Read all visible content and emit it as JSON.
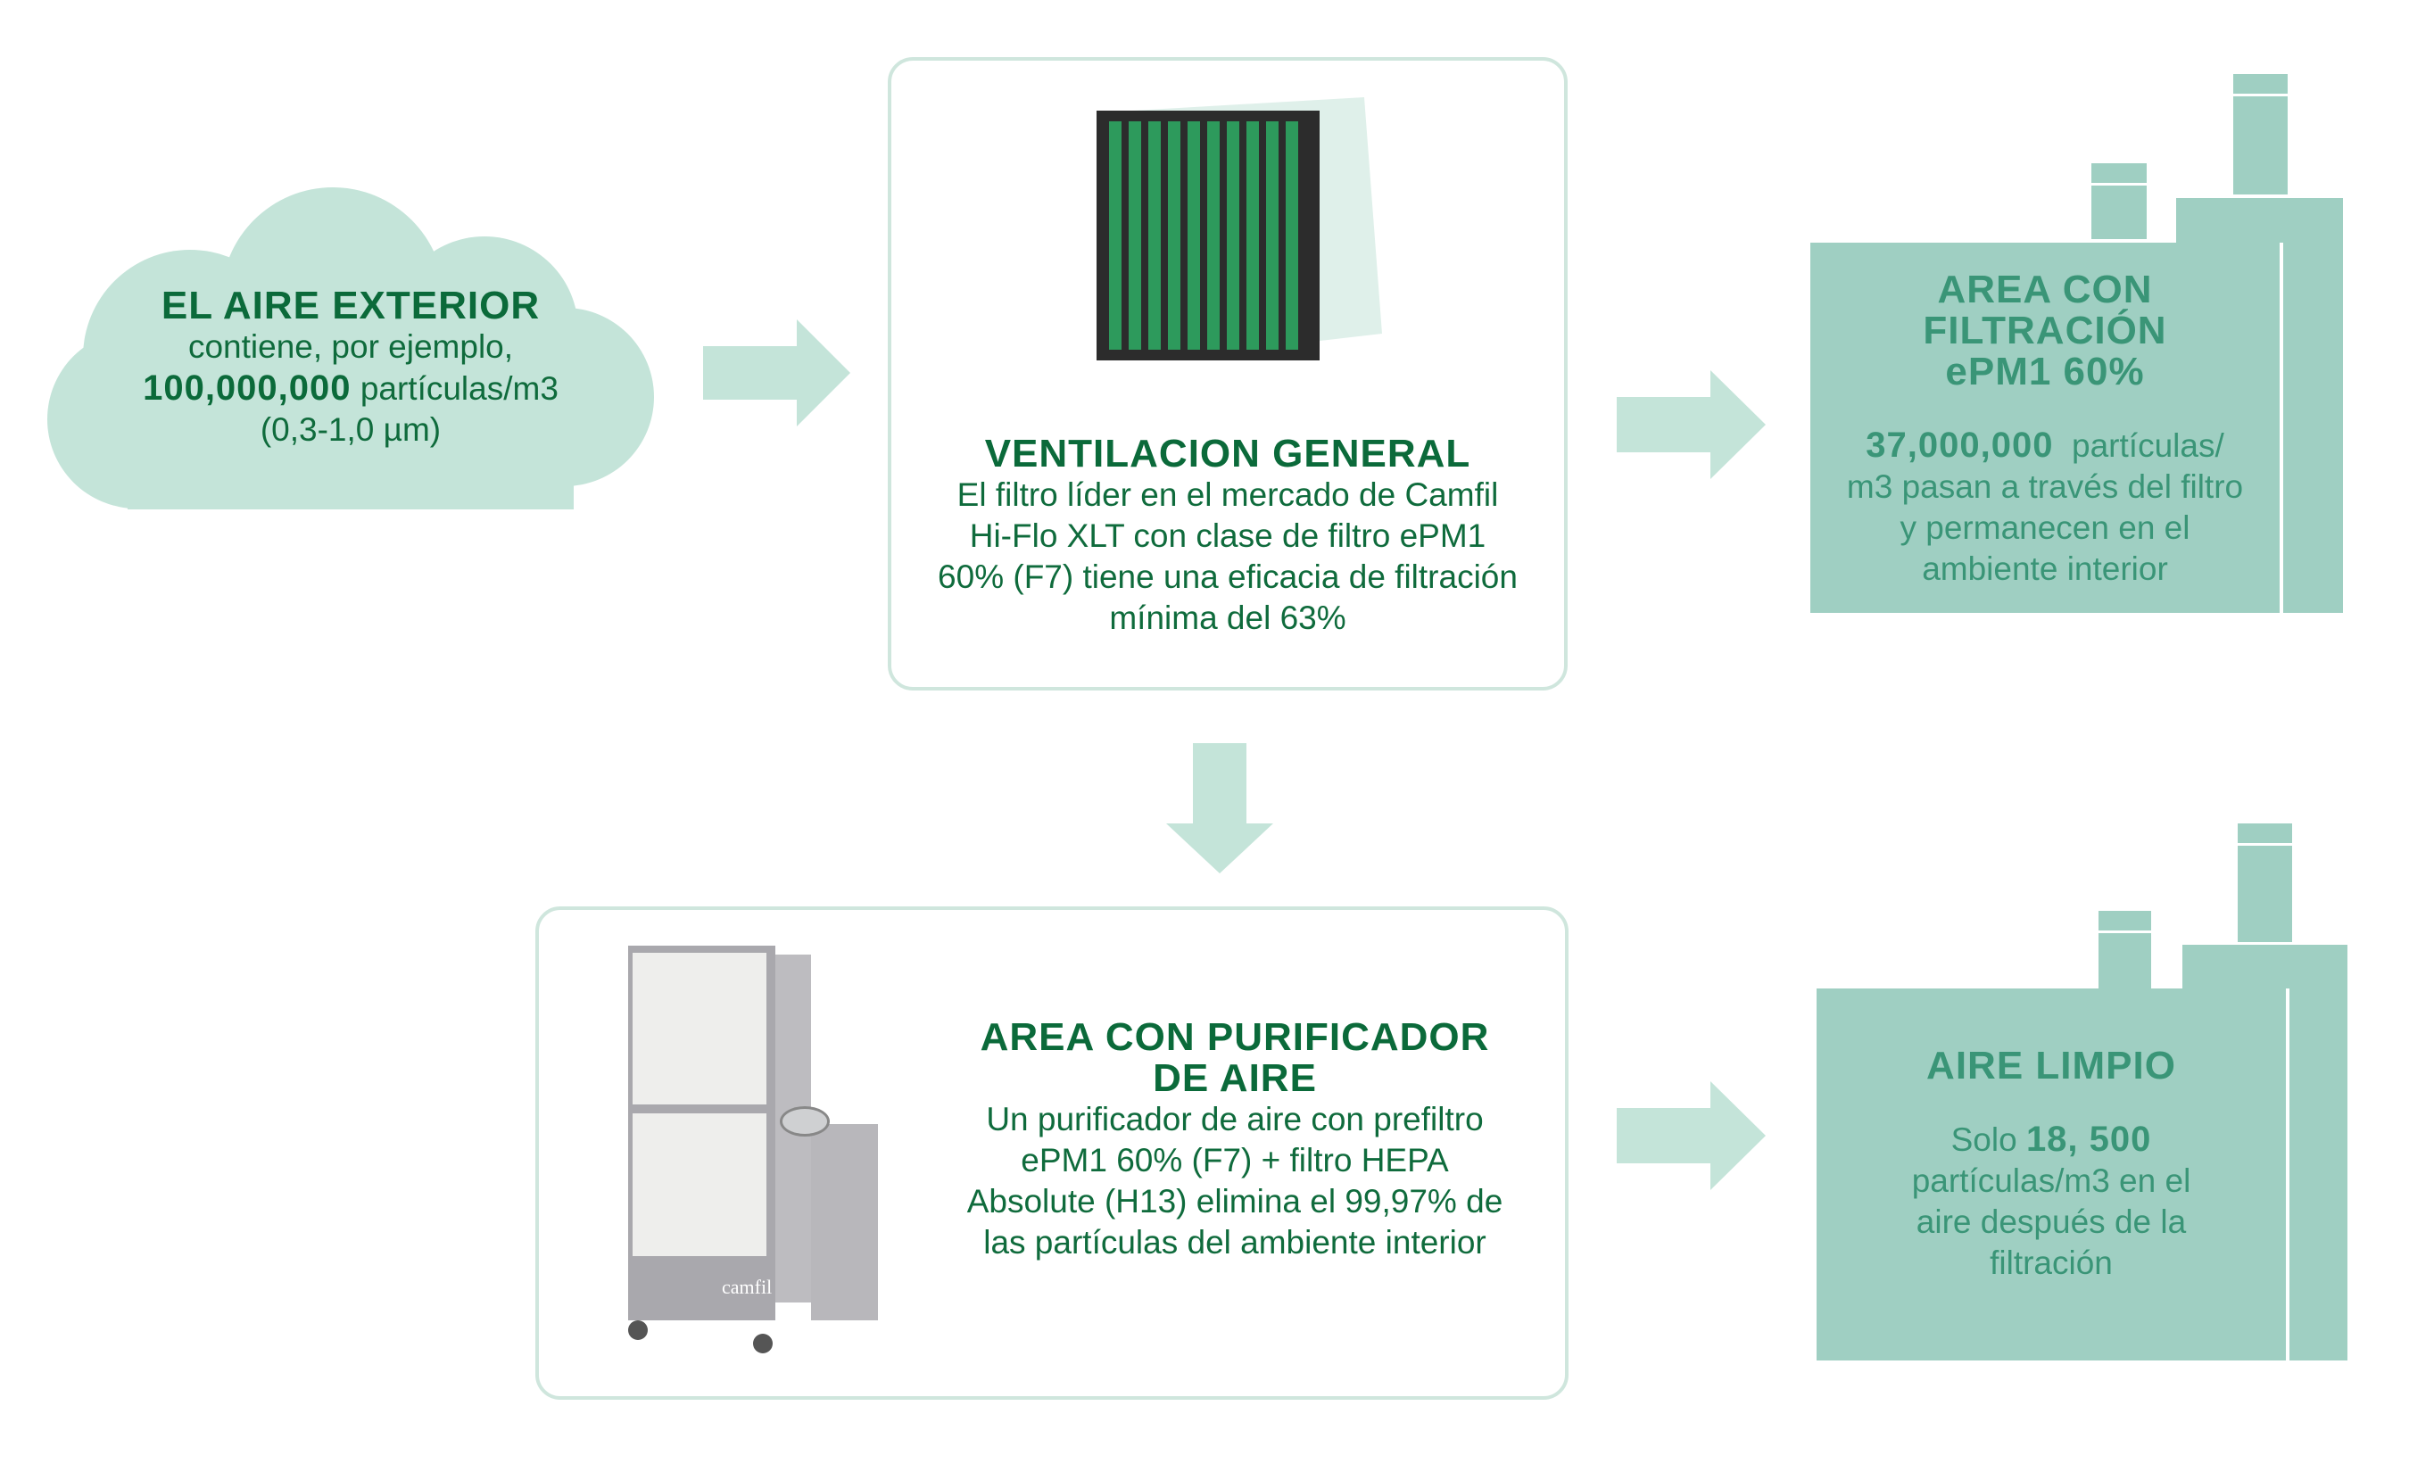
{
  "outdoor": {
    "title": "EL AIRE EXTERIOR",
    "line1": "contiene, por ejemplo,",
    "count": "100,000,000",
    "unit": "partículas/m3",
    "range": "(0,3-1,0 µm)"
  },
  "ventilation": {
    "title": "VENTILACION GENERAL",
    "lines": [
      "El filtro líder en el mercado de Camfil",
      "Hi-Flo XLT con clase de filtro ePM1",
      "60% (F7) tiene una eficacia de filtración",
      "mínima del 63%"
    ]
  },
  "filtered_area": {
    "title_lines": [
      "AREA CON",
      "FILTRACIÓN",
      "ePM1 60%"
    ],
    "count": "37,000,000",
    "unit": "partículas/",
    "lines": [
      "m3 pasan a través del filtro",
      "y permanecen en el",
      "ambiente interior"
    ]
  },
  "purifier": {
    "title_lines": [
      "AREA CON PURIFICADOR",
      "DE AIRE"
    ],
    "lines": [
      "Un purificador de aire con prefiltro",
      "ePM1 60% (F7) + filtro HEPA",
      "Absolute (H13) elimina el 99,97% de",
      "las partículas del ambiente interior"
    ],
    "brand": "camfil"
  },
  "clean_air": {
    "title": "AIRE LIMPIO",
    "prefix": "Solo",
    "count": "18, 500",
    "lines": [
      "partículas/m3 en el",
      "aire después de la",
      "filtración"
    ]
  },
  "colors": {
    "dark_green": "#0b6a3a",
    "mint": "#9fcfc2",
    "light_mint": "#c4e4d9"
  }
}
